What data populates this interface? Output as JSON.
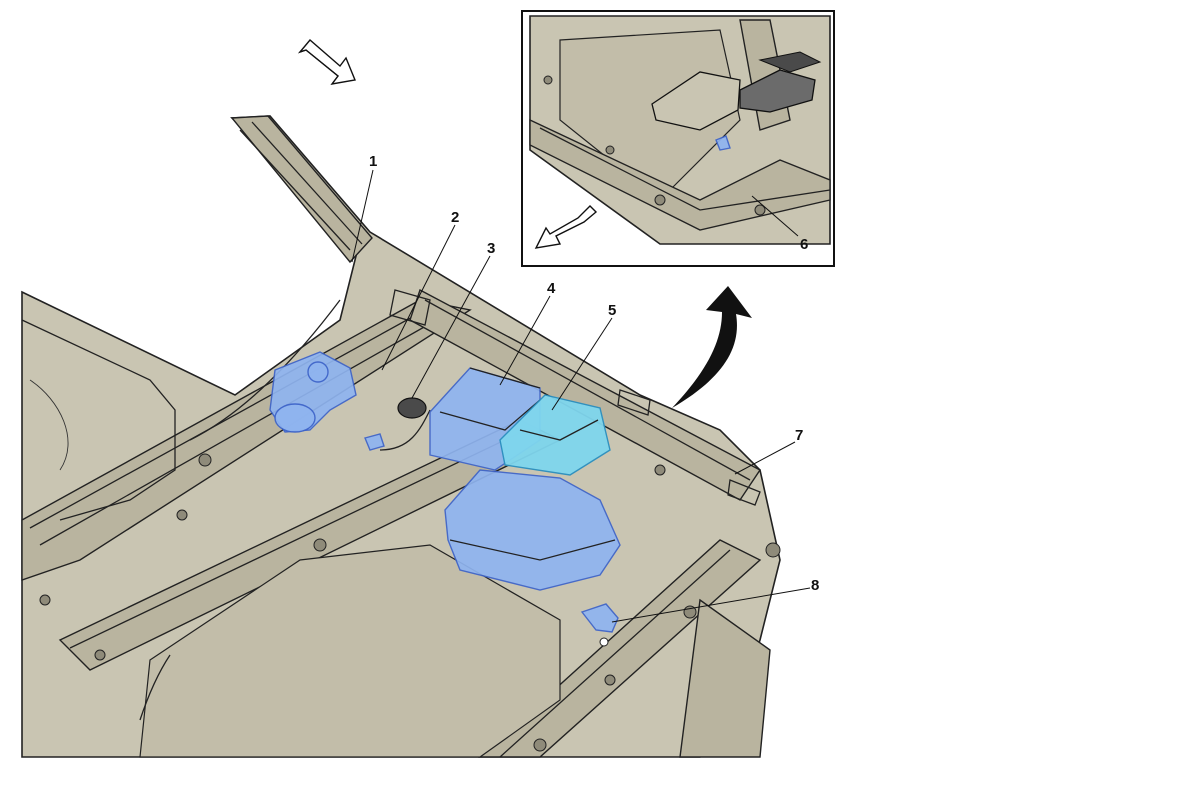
{
  "callouts": [
    {
      "id": "1",
      "label": "1"
    },
    {
      "id": "2",
      "label": "2"
    },
    {
      "id": "3",
      "label": "3"
    },
    {
      "id": "4",
      "label": "4"
    },
    {
      "id": "5",
      "label": "5"
    },
    {
      "id": "6",
      "label": "6"
    },
    {
      "id": "7",
      "label": "7"
    },
    {
      "id": "8",
      "label": "8"
    }
  ],
  "colors": {
    "frame": "#c9c5b2",
    "highlight_blue": "#8fb4f0",
    "highlight_cyan": "#7fd6ee",
    "line": "#222222"
  },
  "icons": {
    "direction_arrow_main": "forward-arrow-icon",
    "direction_arrow_inset": "forward-arrow-icon",
    "detail_arrow": "curved-arrow-icon"
  }
}
